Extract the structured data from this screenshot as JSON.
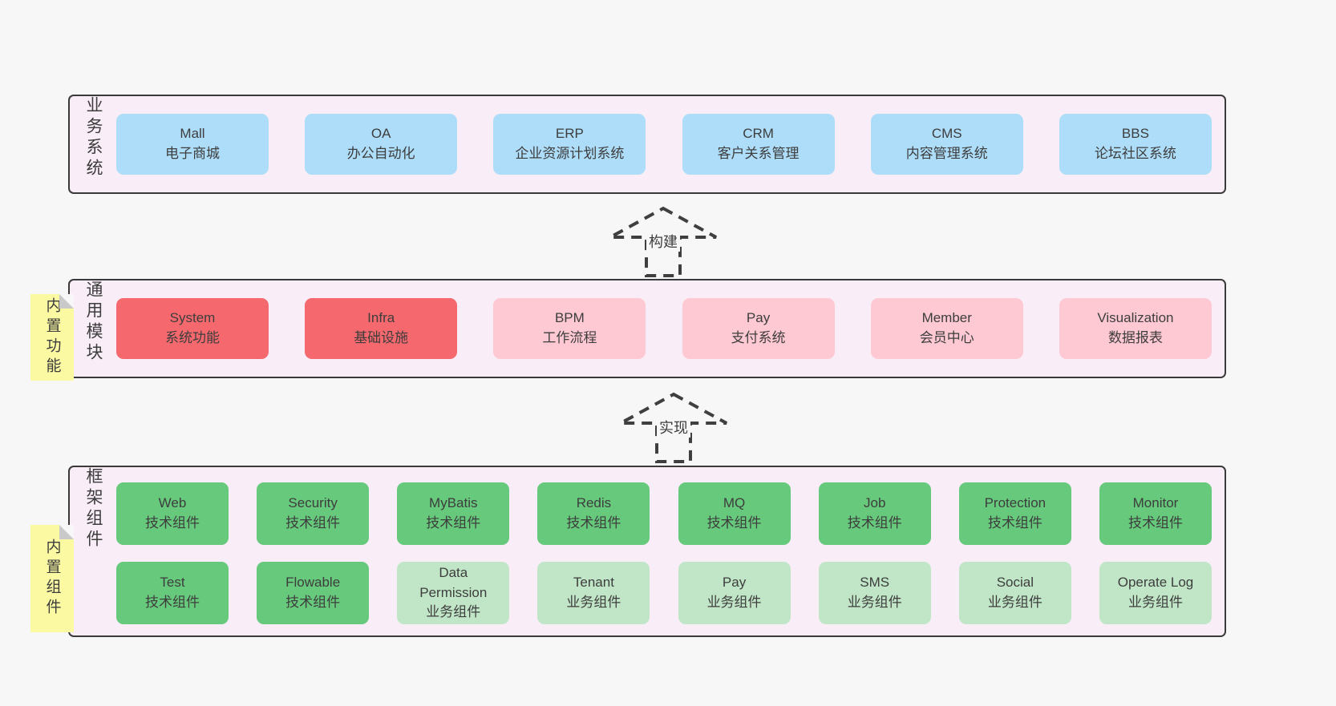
{
  "colors": {
    "page_bg": "#f7f7f7",
    "panel_bg": "#f9edf7",
    "panel_border": "#3a3a3a",
    "text": "#3d3d3d",
    "note_bg": "#fbf9a2",
    "note_fold": "#c9c9c9",
    "blue": "#aeddf9",
    "red": "#f5696e",
    "pink": "#ffc9d3",
    "green": "#67c97c",
    "lightgreen": "#c1e6c7",
    "arrow": "#3f3f3f"
  },
  "arrows": [
    {
      "label": "构建"
    },
    {
      "label": "实现"
    }
  ],
  "layers": [
    {
      "key": "business",
      "label": "业务系统",
      "boxes": [
        {
          "name": "Mall",
          "desc": "电子商城",
          "variant": "blue"
        },
        {
          "name": "OA",
          "desc": "办公自动化",
          "variant": "blue"
        },
        {
          "name": "ERP",
          "desc": "企业资源计划系统",
          "variant": "blue"
        },
        {
          "name": "CRM",
          "desc": "客户关系管理",
          "variant": "blue"
        },
        {
          "name": "CMS",
          "desc": "内容管理系统",
          "variant": "blue"
        },
        {
          "name": "BBS",
          "desc": "论坛社区系统",
          "variant": "blue"
        }
      ]
    },
    {
      "key": "modules",
      "label": "通用模块",
      "note": "内置功能",
      "boxes": [
        {
          "name": "System",
          "desc": "系统功能",
          "variant": "red"
        },
        {
          "name": "Infra",
          "desc": "基础设施",
          "variant": "red"
        },
        {
          "name": "BPM",
          "desc": "工作流程",
          "variant": "pink"
        },
        {
          "name": "Pay",
          "desc": "支付系统",
          "variant": "pink"
        },
        {
          "name": "Member",
          "desc": "会员中心",
          "variant": "pink"
        },
        {
          "name": "Visualization",
          "desc": "数据报表",
          "variant": "pink"
        }
      ]
    },
    {
      "key": "components",
      "label": "框架组件",
      "note": "内置组件",
      "rows": [
        [
          {
            "name": "Web",
            "desc": "技术组件",
            "variant": "green"
          },
          {
            "name": "Security",
            "desc": "技术组件",
            "variant": "green"
          },
          {
            "name": "MyBatis",
            "desc": "技术组件",
            "variant": "green"
          },
          {
            "name": "Redis",
            "desc": "技术组件",
            "variant": "green"
          },
          {
            "name": "MQ",
            "desc": "技术组件",
            "variant": "green"
          },
          {
            "name": "Job",
            "desc": "技术组件",
            "variant": "green"
          },
          {
            "name": "Protection",
            "desc": "技术组件",
            "variant": "green"
          },
          {
            "name": "Monitor",
            "desc": "技术组件",
            "variant": "green"
          }
        ],
        [
          {
            "name": "Test",
            "desc": "技术组件",
            "variant": "green"
          },
          {
            "name": "Flowable",
            "desc": "技术组件",
            "variant": "green"
          },
          {
            "name": "Data Permission",
            "desc": "业务组件",
            "variant": "lightgreen"
          },
          {
            "name": "Tenant",
            "desc": "业务组件",
            "variant": "lightgreen"
          },
          {
            "name": "Pay",
            "desc": "业务组件",
            "variant": "lightgreen"
          },
          {
            "name": "SMS",
            "desc": "业务组件",
            "variant": "lightgreen"
          },
          {
            "name": "Social",
            "desc": "业务组件",
            "variant": "lightgreen"
          },
          {
            "name": "Operate Log",
            "desc": "业务组件",
            "variant": "lightgreen"
          }
        ]
      ]
    }
  ]
}
